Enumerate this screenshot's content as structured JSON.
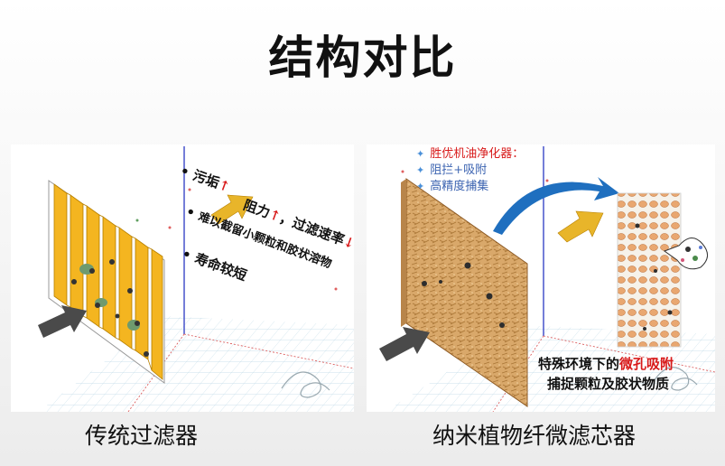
{
  "title": "结构对比",
  "left_panel": {
    "caption": "传统过滤器",
    "notes": {
      "dirt": "污垢",
      "resistance": "阻力",
      "comma": "，",
      "flow_rate": "过滤速率",
      "hard_to_capture": "难以截留小颗粒和胶状溶物",
      "short_life": "寿命较短"
    }
  },
  "right_panel": {
    "caption": "纳米植物纤微滤芯器",
    "legend": [
      "胜优机油净化器：",
      "阻拦+吸附",
      "高精度捕集"
    ],
    "special_line1_prefix": "特殊环境下的",
    "special_line1_highlight": "微孔吸附",
    "special_line2": "捕捉颗粒及胶状物质"
  },
  "colors": {
    "filter_yellow": "#f4b520",
    "arrow_dark": "#4a4a4a",
    "arrow_gold": "#e8b52a",
    "fiber_tan": "#d9a86a",
    "highlight_red": "#d81a1a",
    "grid_blue": "#9cc3d8",
    "axis_blue": "#3a48c8",
    "swoosh_blue": "#1f6fbf"
  }
}
